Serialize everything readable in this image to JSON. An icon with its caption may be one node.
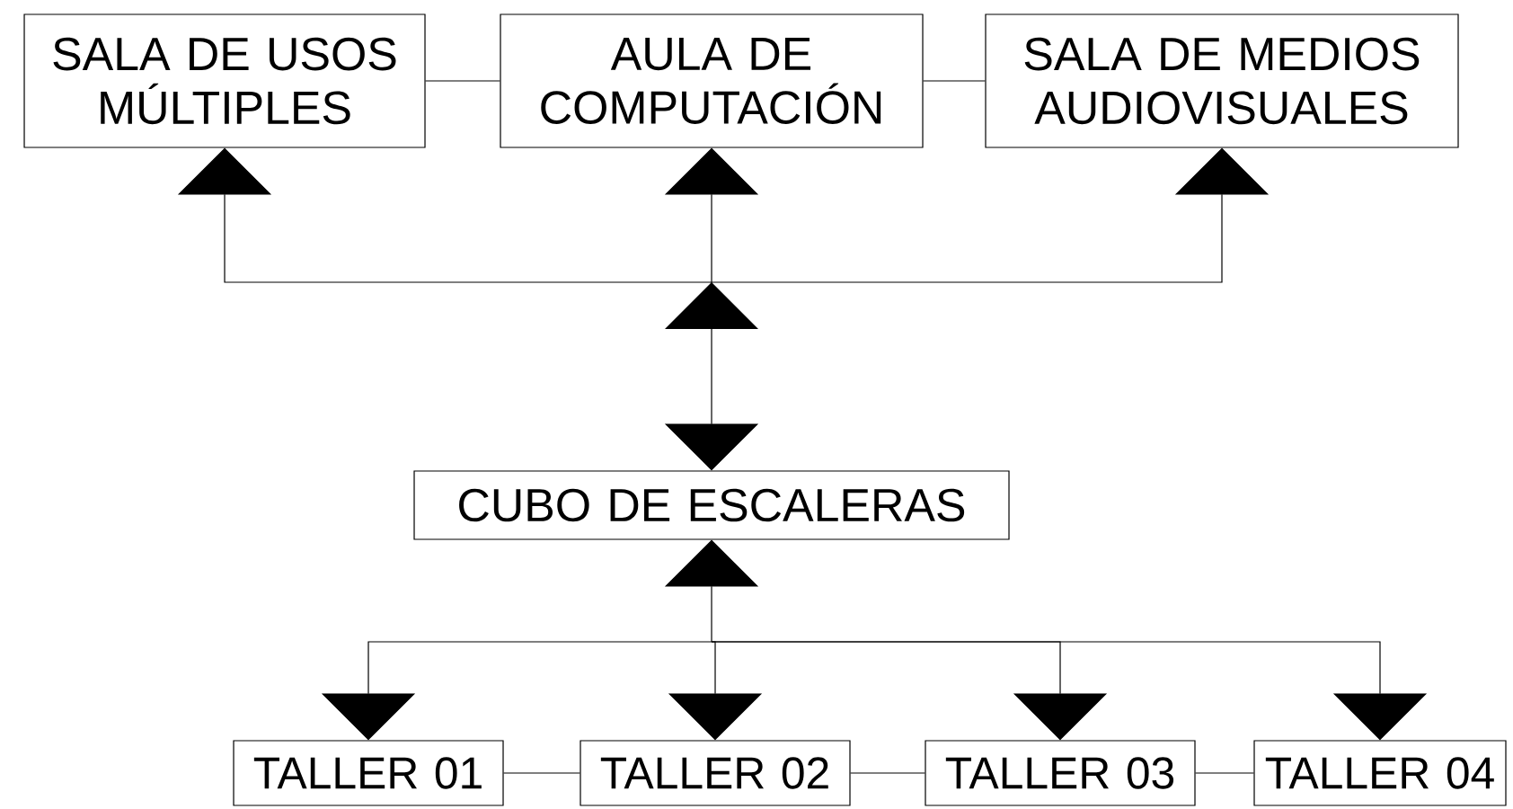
{
  "diagram": {
    "nodes": [
      {
        "text": [
          "SALA DE USOS MÚLTIPLES"
        ]
      },
      {
        "text": [
          "AULA DE COMPUTACIÓN"
        ]
      },
      {
        "text": [
          "SALA DE MEDIOS AUDIOVISUALES"
        ]
      },
      {
        "text": [
          "CUBO DE ESCALERAS"
        ]
      },
      {
        "text": [
          "TALLER 01"
        ]
      },
      {
        "text": [
          "TALLER 02"
        ]
      },
      {
        "text": [
          "TALLER 03"
        ]
      },
      {
        "text": [
          "TALLER 04"
        ]
      }
    ],
    "edges": [
      {
        "from": 0,
        "to": 1,
        "arrow": "none"
      },
      {
        "from": 1,
        "to": 2,
        "arrow": "none"
      },
      {
        "from": 3,
        "to": 0,
        "arrow": "both"
      },
      {
        "from": 3,
        "to": 1,
        "arrow": "both"
      },
      {
        "from": 3,
        "to": 2,
        "arrow": "both"
      },
      {
        "from": 3,
        "to": 4,
        "arrow": "both"
      },
      {
        "from": 3,
        "to": 5,
        "arrow": "both"
      },
      {
        "from": 3,
        "to": 6,
        "arrow": "both"
      },
      {
        "from": 3,
        "to": 7,
        "arrow": "both"
      },
      {
        "from": 4,
        "to": 5,
        "arrow": "none"
      },
      {
        "from": 5,
        "to": 6,
        "arrow": "none"
      },
      {
        "from": 6,
        "to": 7,
        "arrow": "none"
      }
    ]
  }
}
